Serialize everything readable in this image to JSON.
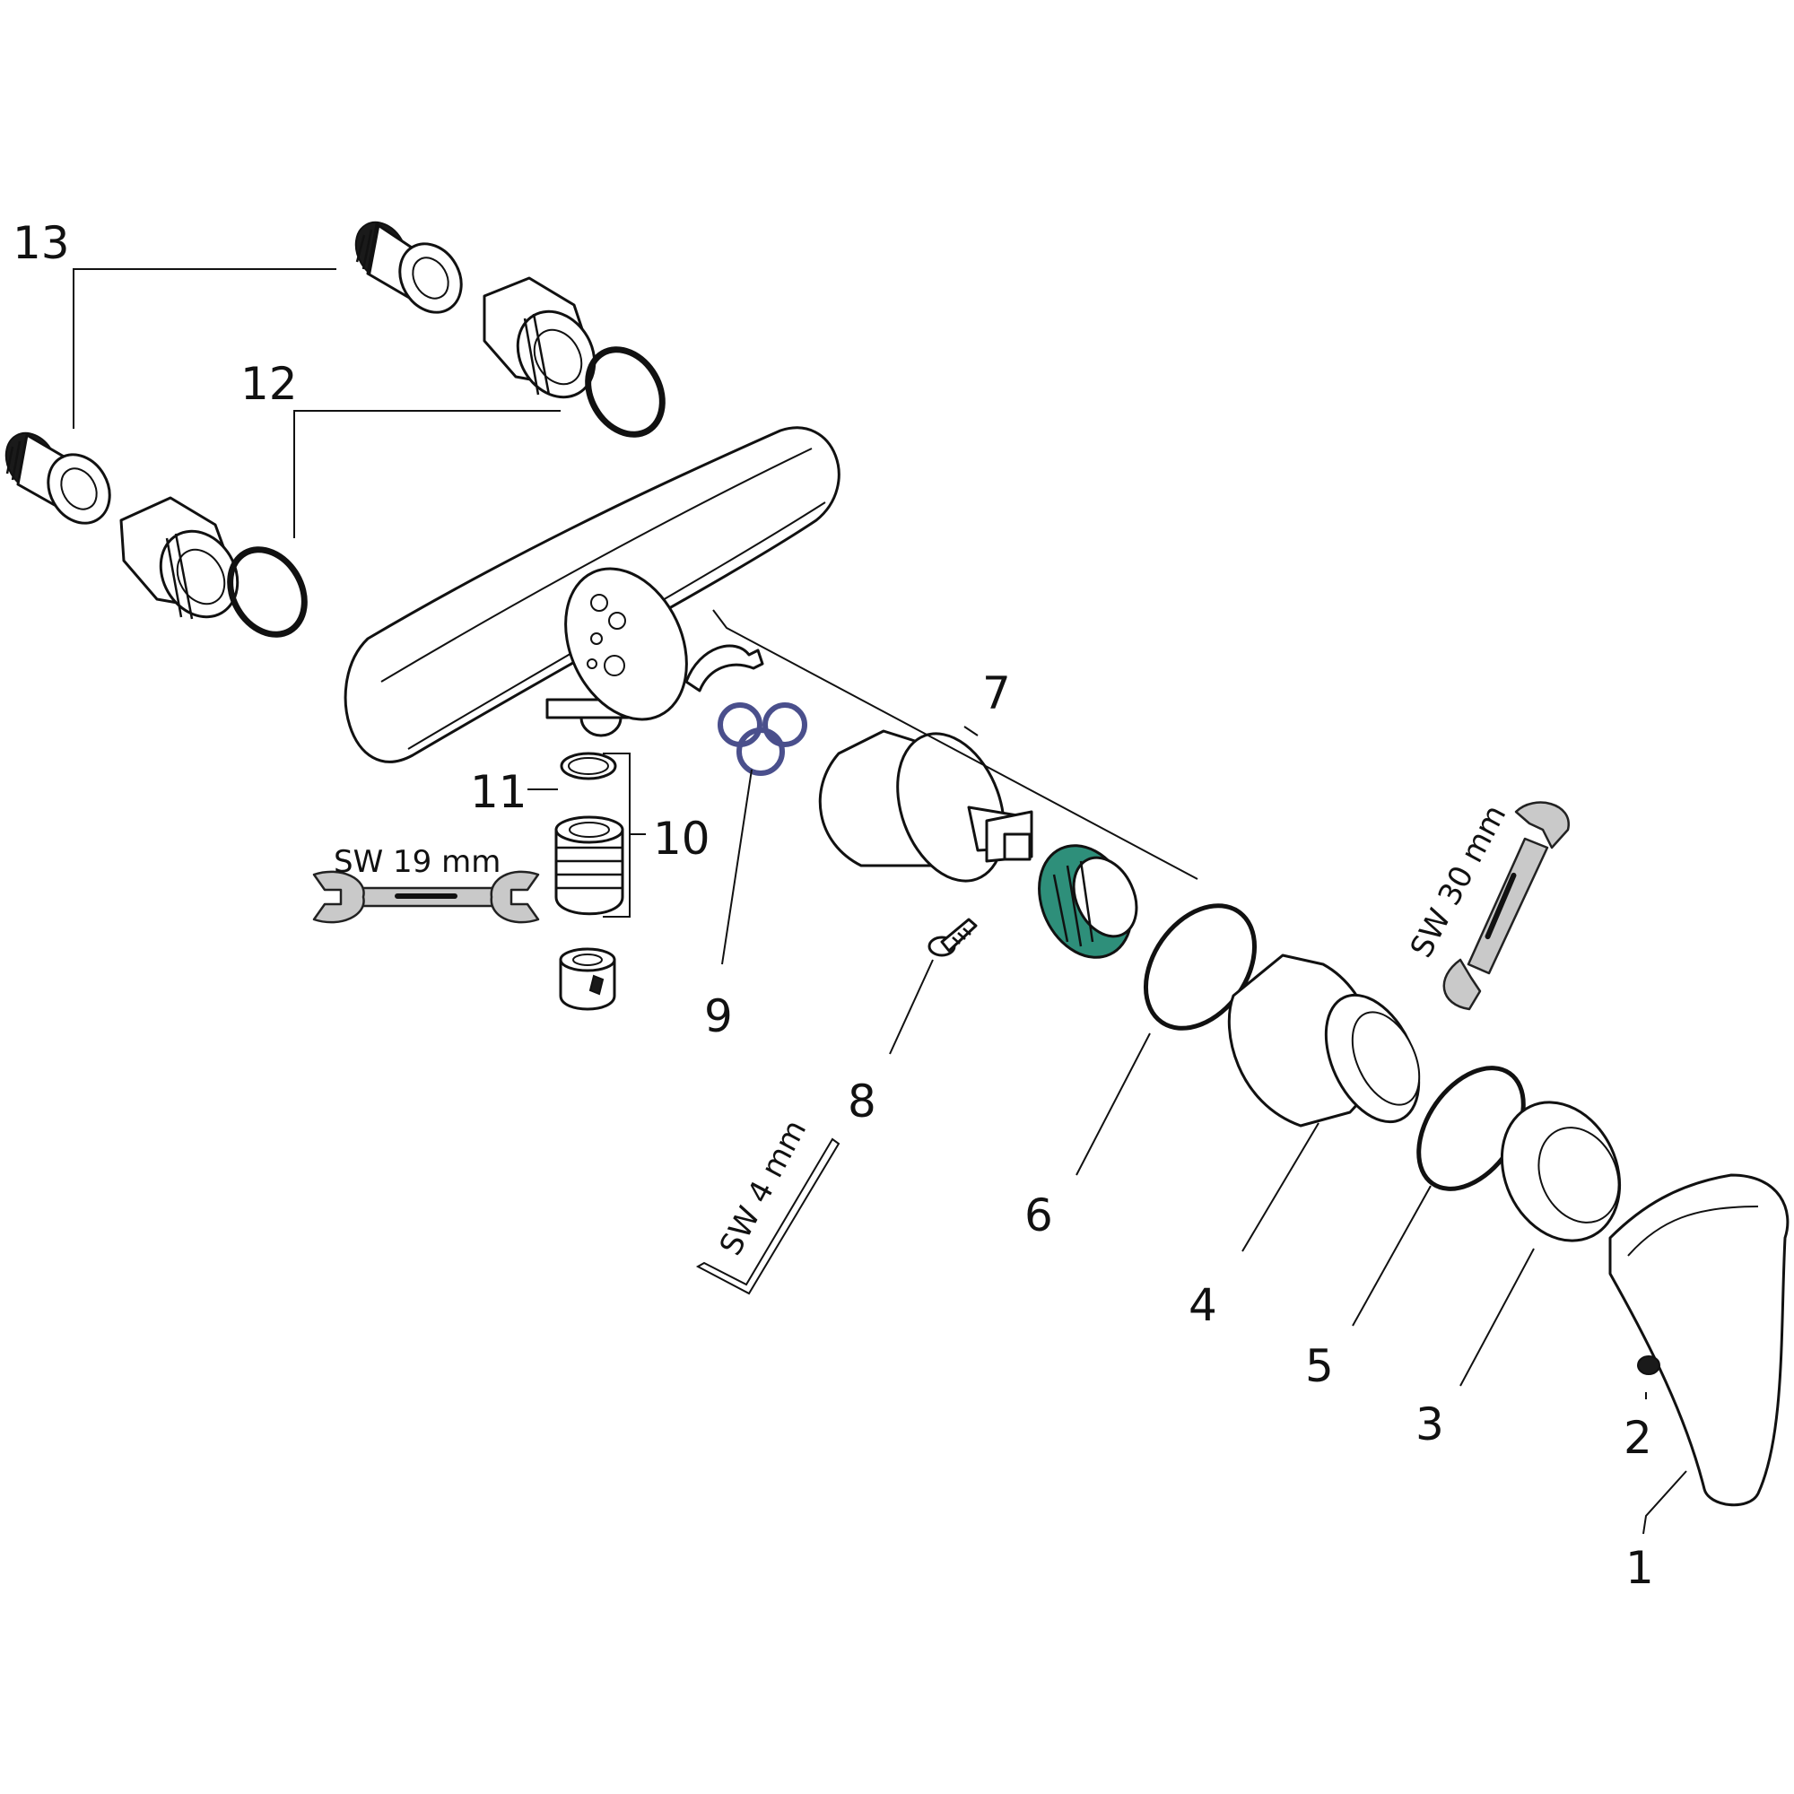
{
  "callouts": {
    "c1": "1",
    "c2": "2",
    "c3": "3",
    "c4": "4",
    "c5": "5",
    "c6": "6",
    "c7": "7",
    "c8": "8",
    "c9": "9",
    "c10": "10",
    "c11": "11",
    "c12": "12",
    "c13": "13"
  },
  "tools": {
    "wrench_small": "SW 19 mm",
    "wrench_large": "SW 30 mm",
    "hex_key": "SW 4 mm"
  },
  "colors": {
    "accent_sleeve": "#2e8f7a",
    "o_ring_seal": "#4a4f8c",
    "tool_grey": "#c9c9c9"
  }
}
